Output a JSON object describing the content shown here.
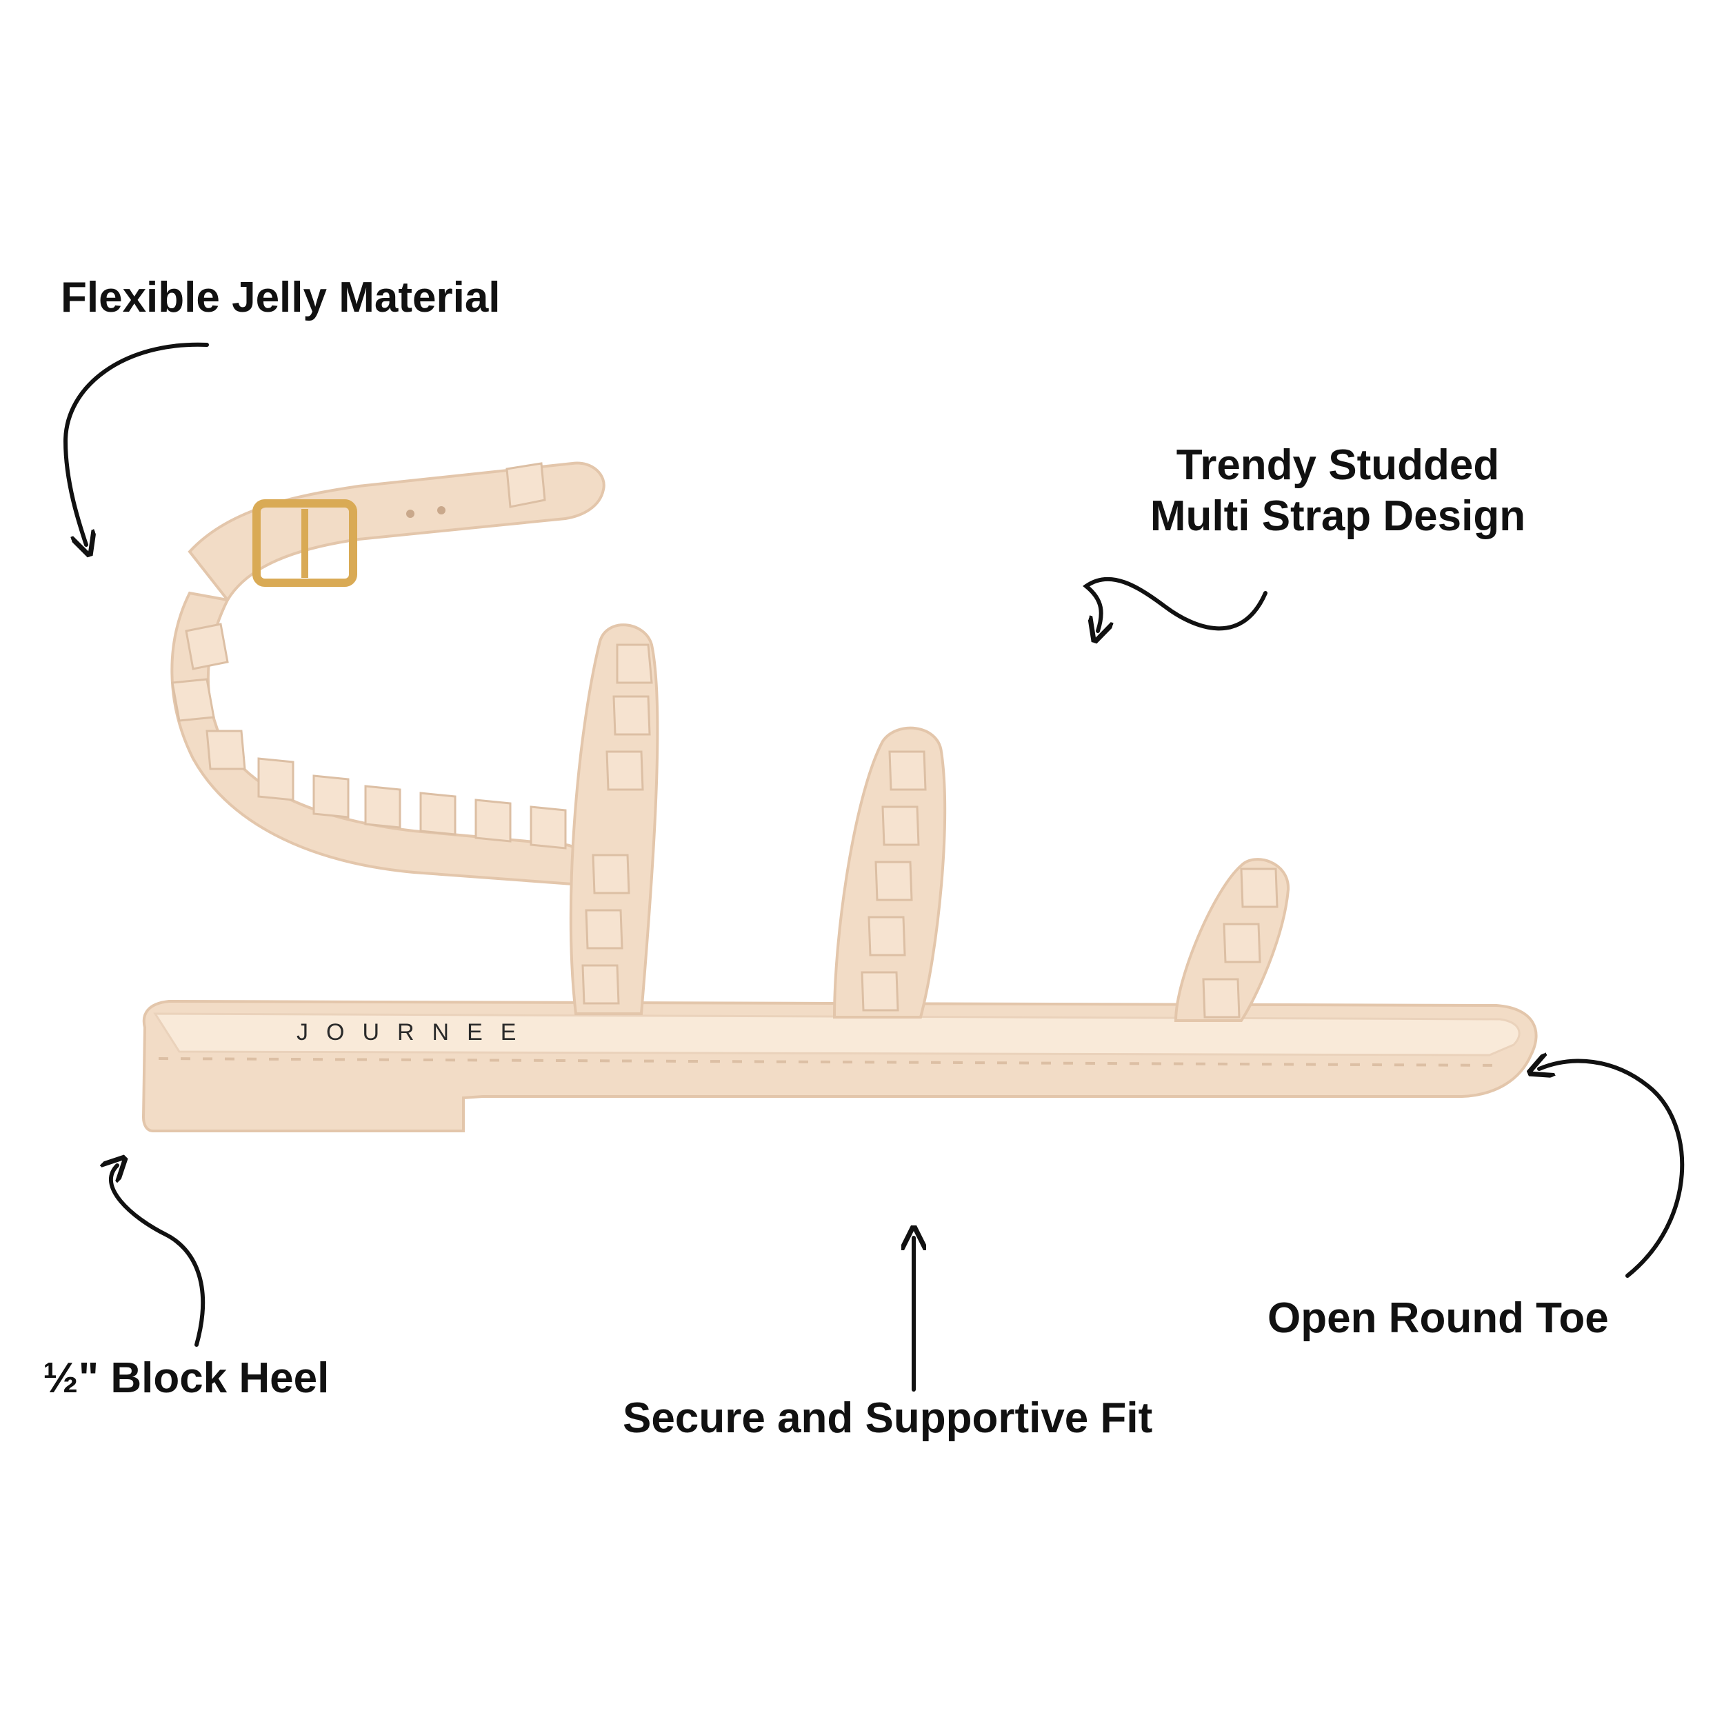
{
  "callouts": {
    "material": "Flexible Jelly Material",
    "design_line1": "Trendy Studded",
    "design_line2": "Multi Strap Design",
    "heel": "½\" Block Heel",
    "fit": "Secure and Supportive Fit",
    "toe": "Open Round Toe"
  },
  "brand_on_insole": "JOURNEE",
  "colors": {
    "sandal": "#f2dcc6",
    "sandal_shadow": "#e3c6ab",
    "sandal_highlight": "#f9ead9",
    "buckle": "#d9aa55",
    "text": "#111111"
  }
}
